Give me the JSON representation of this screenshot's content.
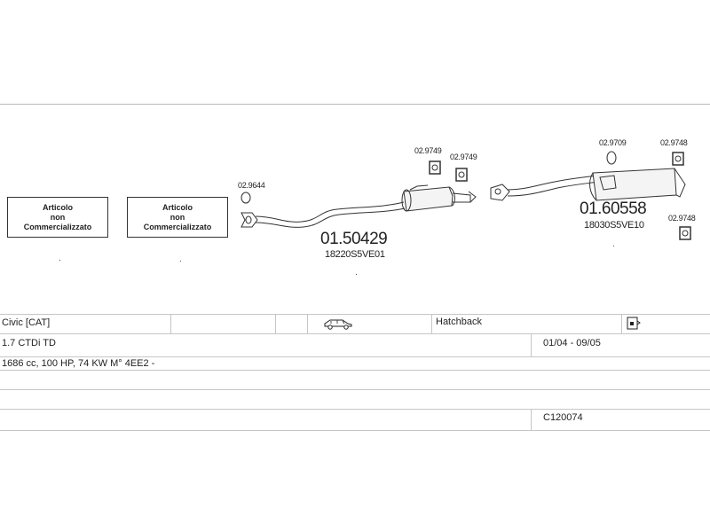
{
  "not_available": [
    {
      "line1": "Articolo",
      "line2": "non",
      "line3": "Commercializzato"
    },
    {
      "line1": "Articolo",
      "line2": "non",
      "line3": "Commercializzato"
    }
  ],
  "markers": {
    "dot": "."
  },
  "parts": {
    "clamp_front": "02.9644",
    "mount_a": "02.9749",
    "mount_b": "02.9749",
    "mount_c": "02.9709",
    "mount_d": "02.9748",
    "mount_e": "02.9748",
    "middle_silencer_no": "01.50429",
    "middle_silencer_oem": "18220S5VE01",
    "rear_silencer_no": "01.60558",
    "rear_silencer_oem": "18030S5VE10"
  },
  "vehicle": {
    "model": "Civic  [CAT]",
    "car_icon": "car-icon",
    "body_type": "Hatchback",
    "doc_icon": "catalog-icon",
    "engine": "1.7 CTDi TD",
    "period": "01/04 - 09/05",
    "specs": "1686 cc, 100 HP, 74 KW M° 4EE2 -",
    "code": "C120074"
  }
}
